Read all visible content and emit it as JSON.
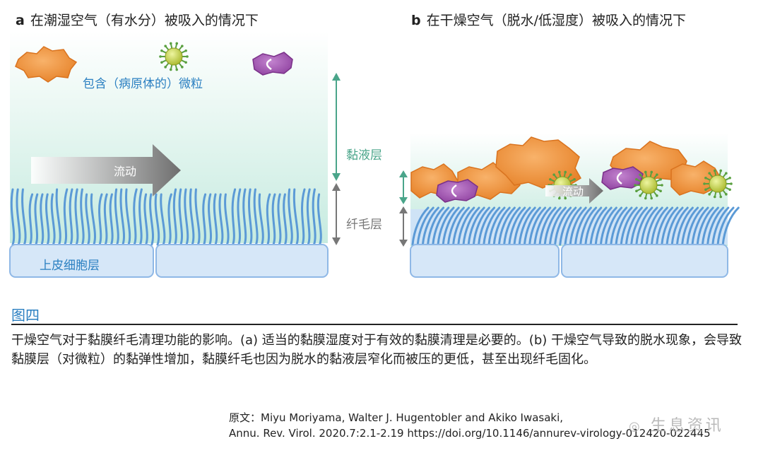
{
  "panel_a": {
    "letter": "a",
    "title": "在潮湿空气（有水分）被吸入的情况下",
    "particles_label": "包含（病原体的）微粒",
    "flow_label": "流动",
    "epithelium_label": "上皮细胞层"
  },
  "panel_b": {
    "letter": "b",
    "title": "在干燥空气（脱水/低湿度）被吸入的情况下",
    "flow_label": "流动"
  },
  "legend": {
    "mucus_layer": "黏液层",
    "cilia_layer": "纤毛层"
  },
  "figure": {
    "title": "图四",
    "caption": "干燥空气对于黏膜纤毛清理功能的影响。(a) 适当的黏膜湿度对于有效的黏膜清理是必要的。(b) 干燥空气导致的脱水现象，会导致黏膜层（对微粒）的黏弹性增加，黏膜纤毛也因为脱水的黏液层窄化而被压的更低，甚至出现纤毛固化。",
    "source_line1": "原文：Miyu Moriyama, Walter J. Hugentobler and Akiko Iwasaki,",
    "source_line2": "Annu. Rev. Virol. 2020.7:2.1-2.19 https://doi.org/10.1146/annurev-virology-012420-022445"
  },
  "watermark": "生息资讯",
  "colors": {
    "mucus": "#cfeee6",
    "cilia": "#5b9ad6",
    "epithelium": "#d6e7f8",
    "orange_cell": "#f0923a",
    "purple_cell": "#a65ab3",
    "virus": "#c8d63c",
    "arrow_green": "#4aa58a",
    "arrow_grey": "#777777",
    "label_blue": "#2a7fc1"
  }
}
